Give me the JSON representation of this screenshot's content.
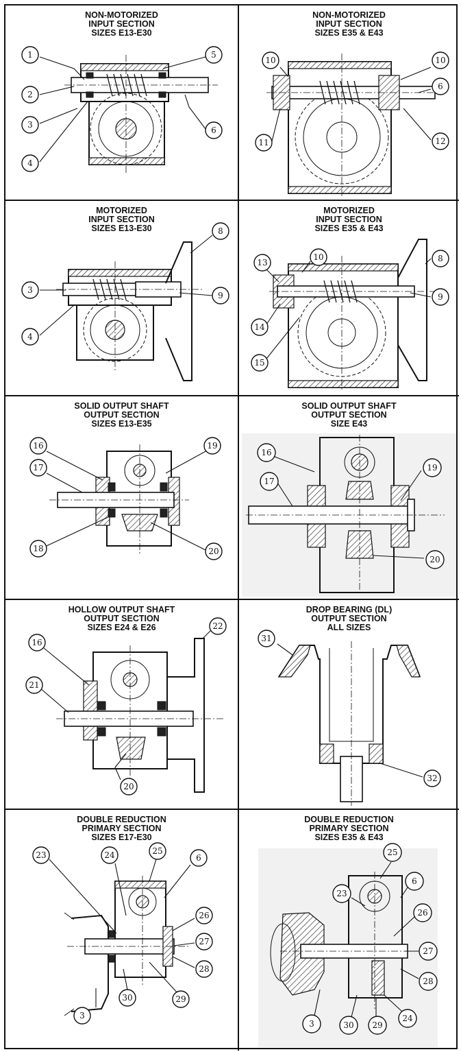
{
  "panels": [
    {
      "title": [
        "NON-MOTORIZED",
        "INPUT SECTION",
        "SIZES E13-E30"
      ],
      "callouts": [
        "1",
        "5",
        "2",
        "3",
        "6",
        "4"
      ]
    },
    {
      "title": [
        "NON-MOTORIZED",
        "INPUT SECTION",
        "SIZES E35 & E43"
      ],
      "callouts": [
        "10",
        "10",
        "6",
        "11",
        "12"
      ]
    },
    {
      "title": [
        "MOTORIZED",
        "INPUT SECTION",
        "SIZES E13-E30"
      ],
      "callouts": [
        "8",
        "3",
        "9",
        "4"
      ]
    },
    {
      "title": [
        "MOTORIZED",
        "INPUT SECTION",
        "SIZES E35 & E43"
      ],
      "callouts": [
        "13",
        "10",
        "8",
        "9",
        "14",
        "15"
      ]
    },
    {
      "title": [
        "SOLID OUTPUT SHAFT",
        "OUTPUT SECTION",
        "SIZES E13-E35"
      ],
      "callouts": [
        "16",
        "19",
        "17",
        "18",
        "20"
      ]
    },
    {
      "title": [
        "SOLID OUTPUT SHAFT",
        "OUTPUT SECTION",
        "SIZE E43"
      ],
      "callouts": [
        "16",
        "19",
        "17",
        "20"
      ]
    },
    {
      "title": [
        "HOLLOW OUTPUT SHAFT",
        "OUTPUT SECTION",
        "SIZES E24 & E26"
      ],
      "callouts": [
        "22",
        "16",
        "21",
        "20"
      ]
    },
    {
      "title": [
        "DROP BEARING (DL)",
        "OUTPUT SECTION",
        "ALL SIZES"
      ],
      "callouts": [
        "31",
        "32"
      ]
    },
    {
      "title": [
        "DOUBLE REDUCTION",
        "PRIMARY SECTION",
        "SIZES E17-E30"
      ],
      "callouts": [
        "23",
        "24",
        "25",
        "6",
        "26",
        "27",
        "28",
        "3",
        "30",
        "29"
      ]
    },
    {
      "title": [
        "DOUBLE REDUCTION",
        "PRIMARY SECTION",
        "SIZES E35 & E43"
      ],
      "callouts": [
        "25",
        "23",
        "6",
        "26",
        "27",
        "28",
        "3",
        "30",
        "29",
        "24"
      ]
    }
  ]
}
